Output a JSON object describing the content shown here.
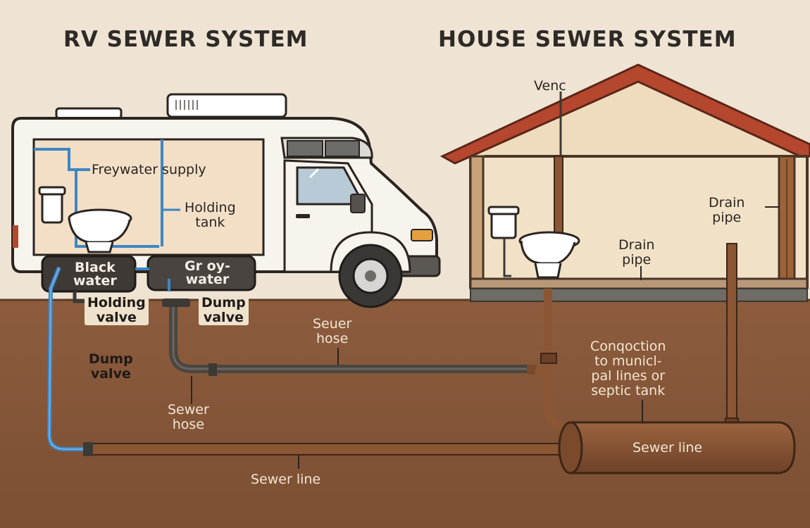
{
  "titles": {
    "rv": "RV SEWER SYSTEM",
    "house": "HOUSE SEWER SYSTEM"
  },
  "rv_labels": {
    "freshwater_supply": "Freywater supply",
    "holding_tank": [
      "Holding",
      "tank"
    ],
    "black_water": [
      "Black",
      "water"
    ],
    "grey_water": [
      "Gr oy-",
      "water"
    ],
    "holding_valve": [
      "Holding",
      "valve"
    ],
    "dump_valve_right": [
      "Dump",
      "valve"
    ],
    "dump_valve_left": [
      "Dump",
      "valve"
    ],
    "sewer_hose_upper": [
      "Seuer",
      "hose"
    ],
    "sewer_hose_lower": [
      "Sewer",
      "hose"
    ],
    "sewer_line_bottom": "Sewer line"
  },
  "house_labels": {
    "vent": "Venc",
    "drain_pipe_right": [
      "Drain",
      "pipe"
    ],
    "drain_pipe_center": [
      "Drain",
      "pipe"
    ],
    "connection": [
      "Conqoction",
      "to municl-",
      "pal lines or",
      "septic tank"
    ],
    "sewer_line_main": "Sewer line"
  },
  "colors": {
    "sky": "#efe4d4",
    "ground": "#8a5a3c",
    "roof": "#b5472e",
    "pipe_blue": "#3d86c6",
    "pipe_dark": "#3d3a36",
    "pipe_rust": "#8b5634"
  }
}
